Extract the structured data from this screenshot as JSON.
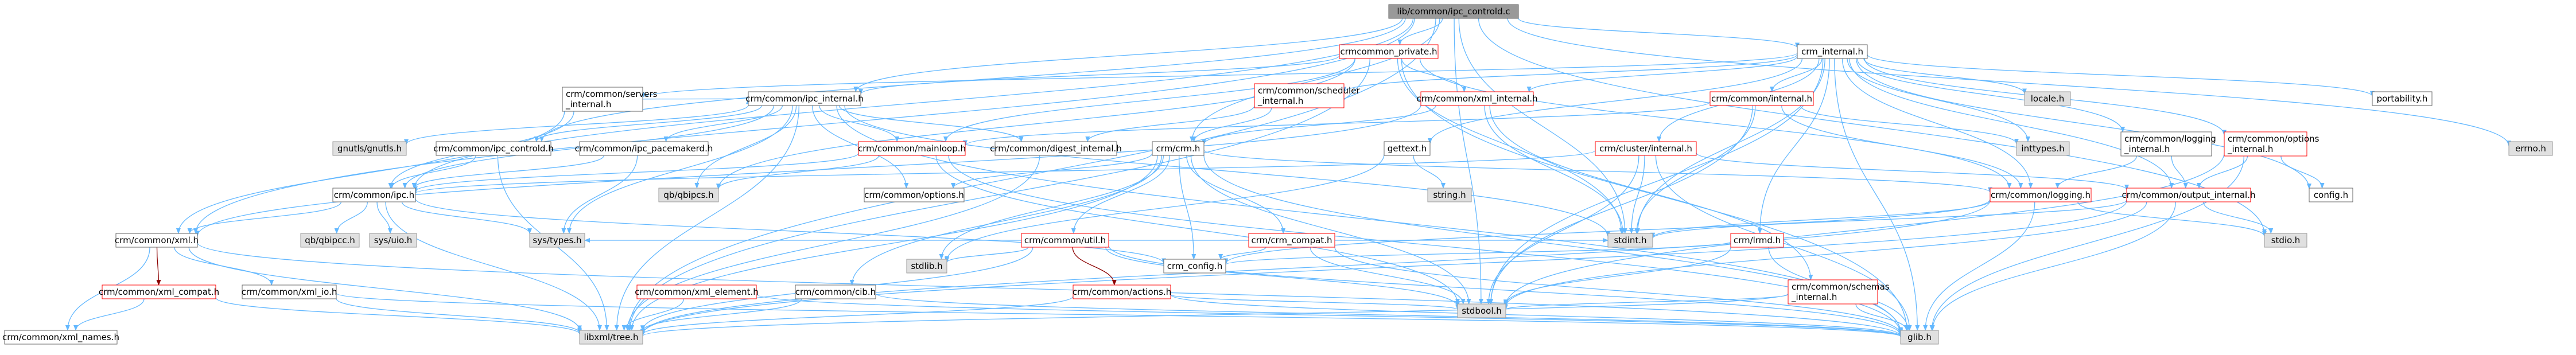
{
  "diagram": {
    "kind": "include dependency graph",
    "root": "lib/common/ipc_controld.c",
    "colors": {
      "edge": "#63b8ff",
      "edge_alt": "#8b0000",
      "root_fill": "#999999",
      "red_border": "#ff0000",
      "gray_fill": "#e0e0e0",
      "border": "#666666"
    },
    "nodes": [
      {
        "id": "root",
        "label": "lib/common/ipc_controld.c"
      },
      {
        "id": "crm_internal_h",
        "label": "crm_internal.h"
      },
      {
        "id": "crm_common_private_h",
        "label": "crmcommon_private.h"
      },
      {
        "id": "crm_common_servers_internal_h",
        "label": "crm/common/servers\n_internal.h"
      },
      {
        "id": "crm_common_ipc_internal_h",
        "label": "crm/common/ipc_internal.h"
      },
      {
        "id": "crm_common_scheduler_internal_h",
        "label": "crm/common/scheduler\n_internal.h"
      },
      {
        "id": "crm_common_xml_internal_h",
        "label": "crm/common/xml_internal.h"
      },
      {
        "id": "crm_common_internal_h",
        "label": "crm/common/internal.h"
      },
      {
        "id": "locale_h",
        "label": "locale.h"
      },
      {
        "id": "portability_h",
        "label": "portability.h"
      },
      {
        "id": "gnutls_h",
        "label": "gnutls/gnutls.h"
      },
      {
        "id": "crm_common_ipc_controld_h",
        "label": "crm/common/ipc_controld.h"
      },
      {
        "id": "crm_common_ipc_pacemakerd_h",
        "label": "crm/common/ipc_pacemakerd.h"
      },
      {
        "id": "crm_common_mainloop_h",
        "label": "crm/common/mainloop.h"
      },
      {
        "id": "crm_common_digest_internal_h",
        "label": "crm/common/digest_internal.h"
      },
      {
        "id": "crm_crm_h",
        "label": "crm/crm.h"
      },
      {
        "id": "gettext_h",
        "label": "gettext.h"
      },
      {
        "id": "crm_cluster_internal_h",
        "label": "crm/cluster/internal.h"
      },
      {
        "id": "inttypes_h",
        "label": "inttypes.h"
      },
      {
        "id": "crm_common_logging_internal_h",
        "label": "crm/common/logging\n_internal.h"
      },
      {
        "id": "crm_common_options_internal_h",
        "label": "crm/common/options\n_internal.h"
      },
      {
        "id": "errno_h",
        "label": "errno.h"
      },
      {
        "id": "crm_common_ipc_h",
        "label": "crm/common/ipc.h"
      },
      {
        "id": "qb_qbipcs_h",
        "label": "qb/qbipcs.h"
      },
      {
        "id": "crm_common_options_h",
        "label": "crm/common/options.h"
      },
      {
        "id": "string_h",
        "label": "string.h"
      },
      {
        "id": "crm_common_logging_h",
        "label": "crm/common/logging.h"
      },
      {
        "id": "crm_common_output_internal_h",
        "label": "crm/common/output_internal.h"
      },
      {
        "id": "config_h",
        "label": "config.h"
      },
      {
        "id": "crm_common_xml_h",
        "label": "crm/common/xml.h"
      },
      {
        "id": "qb_qbipcc_h",
        "label": "qb/qbipcc.h"
      },
      {
        "id": "sys_uio_h",
        "label": "sys/uio.h"
      },
      {
        "id": "sys_types_h",
        "label": "sys/types.h"
      },
      {
        "id": "crm_common_util_h",
        "label": "crm/common/util.h"
      },
      {
        "id": "crm_crm_compat_h",
        "label": "crm/crm_compat.h"
      },
      {
        "id": "crm_lrmd_h",
        "label": "crm/lrmd.h"
      },
      {
        "id": "stdint_h",
        "label": "stdint.h"
      },
      {
        "id": "stdio_h",
        "label": "stdio.h"
      },
      {
        "id": "stdlib_h",
        "label": "stdlib.h"
      },
      {
        "id": "crm_config_h",
        "label": "crm_config.h"
      },
      {
        "id": "crm_common_actions_h",
        "label": "crm/common/actions.h"
      },
      {
        "id": "crm_common_schemas_internal_h",
        "label": "crm/common/schemas\n_internal.h"
      },
      {
        "id": "crm_common_xml_compat_h",
        "label": "crm/common/xml_compat.h"
      },
      {
        "id": "crm_common_xml_io_h",
        "label": "crm/common/xml_io.h"
      },
      {
        "id": "crm_common_xml_element_h",
        "label": "crm/common/xml_element.h"
      },
      {
        "id": "crm_common_cib_h",
        "label": "crm/common/cib.h"
      },
      {
        "id": "stdbool_h",
        "label": "stdbool.h"
      },
      {
        "id": "crm_common_xml_names_h",
        "label": "crm/common/xml_names.h"
      },
      {
        "id": "libxml_tree_h",
        "label": "libxml/tree.h"
      },
      {
        "id": "glib_h",
        "label": "glib.h"
      }
    ]
  }
}
